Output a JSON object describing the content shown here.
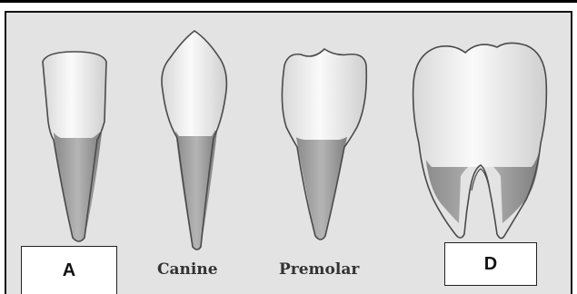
{
  "labels": {
    "a": "A",
    "canine": "Canine",
    "premolar": "Premolar",
    "d": "D"
  },
  "colors": {
    "crown": "#f2f2f2",
    "root": "#9d9d9d",
    "outline": "#4a4a4a",
    "background": "#e3e3e3"
  }
}
